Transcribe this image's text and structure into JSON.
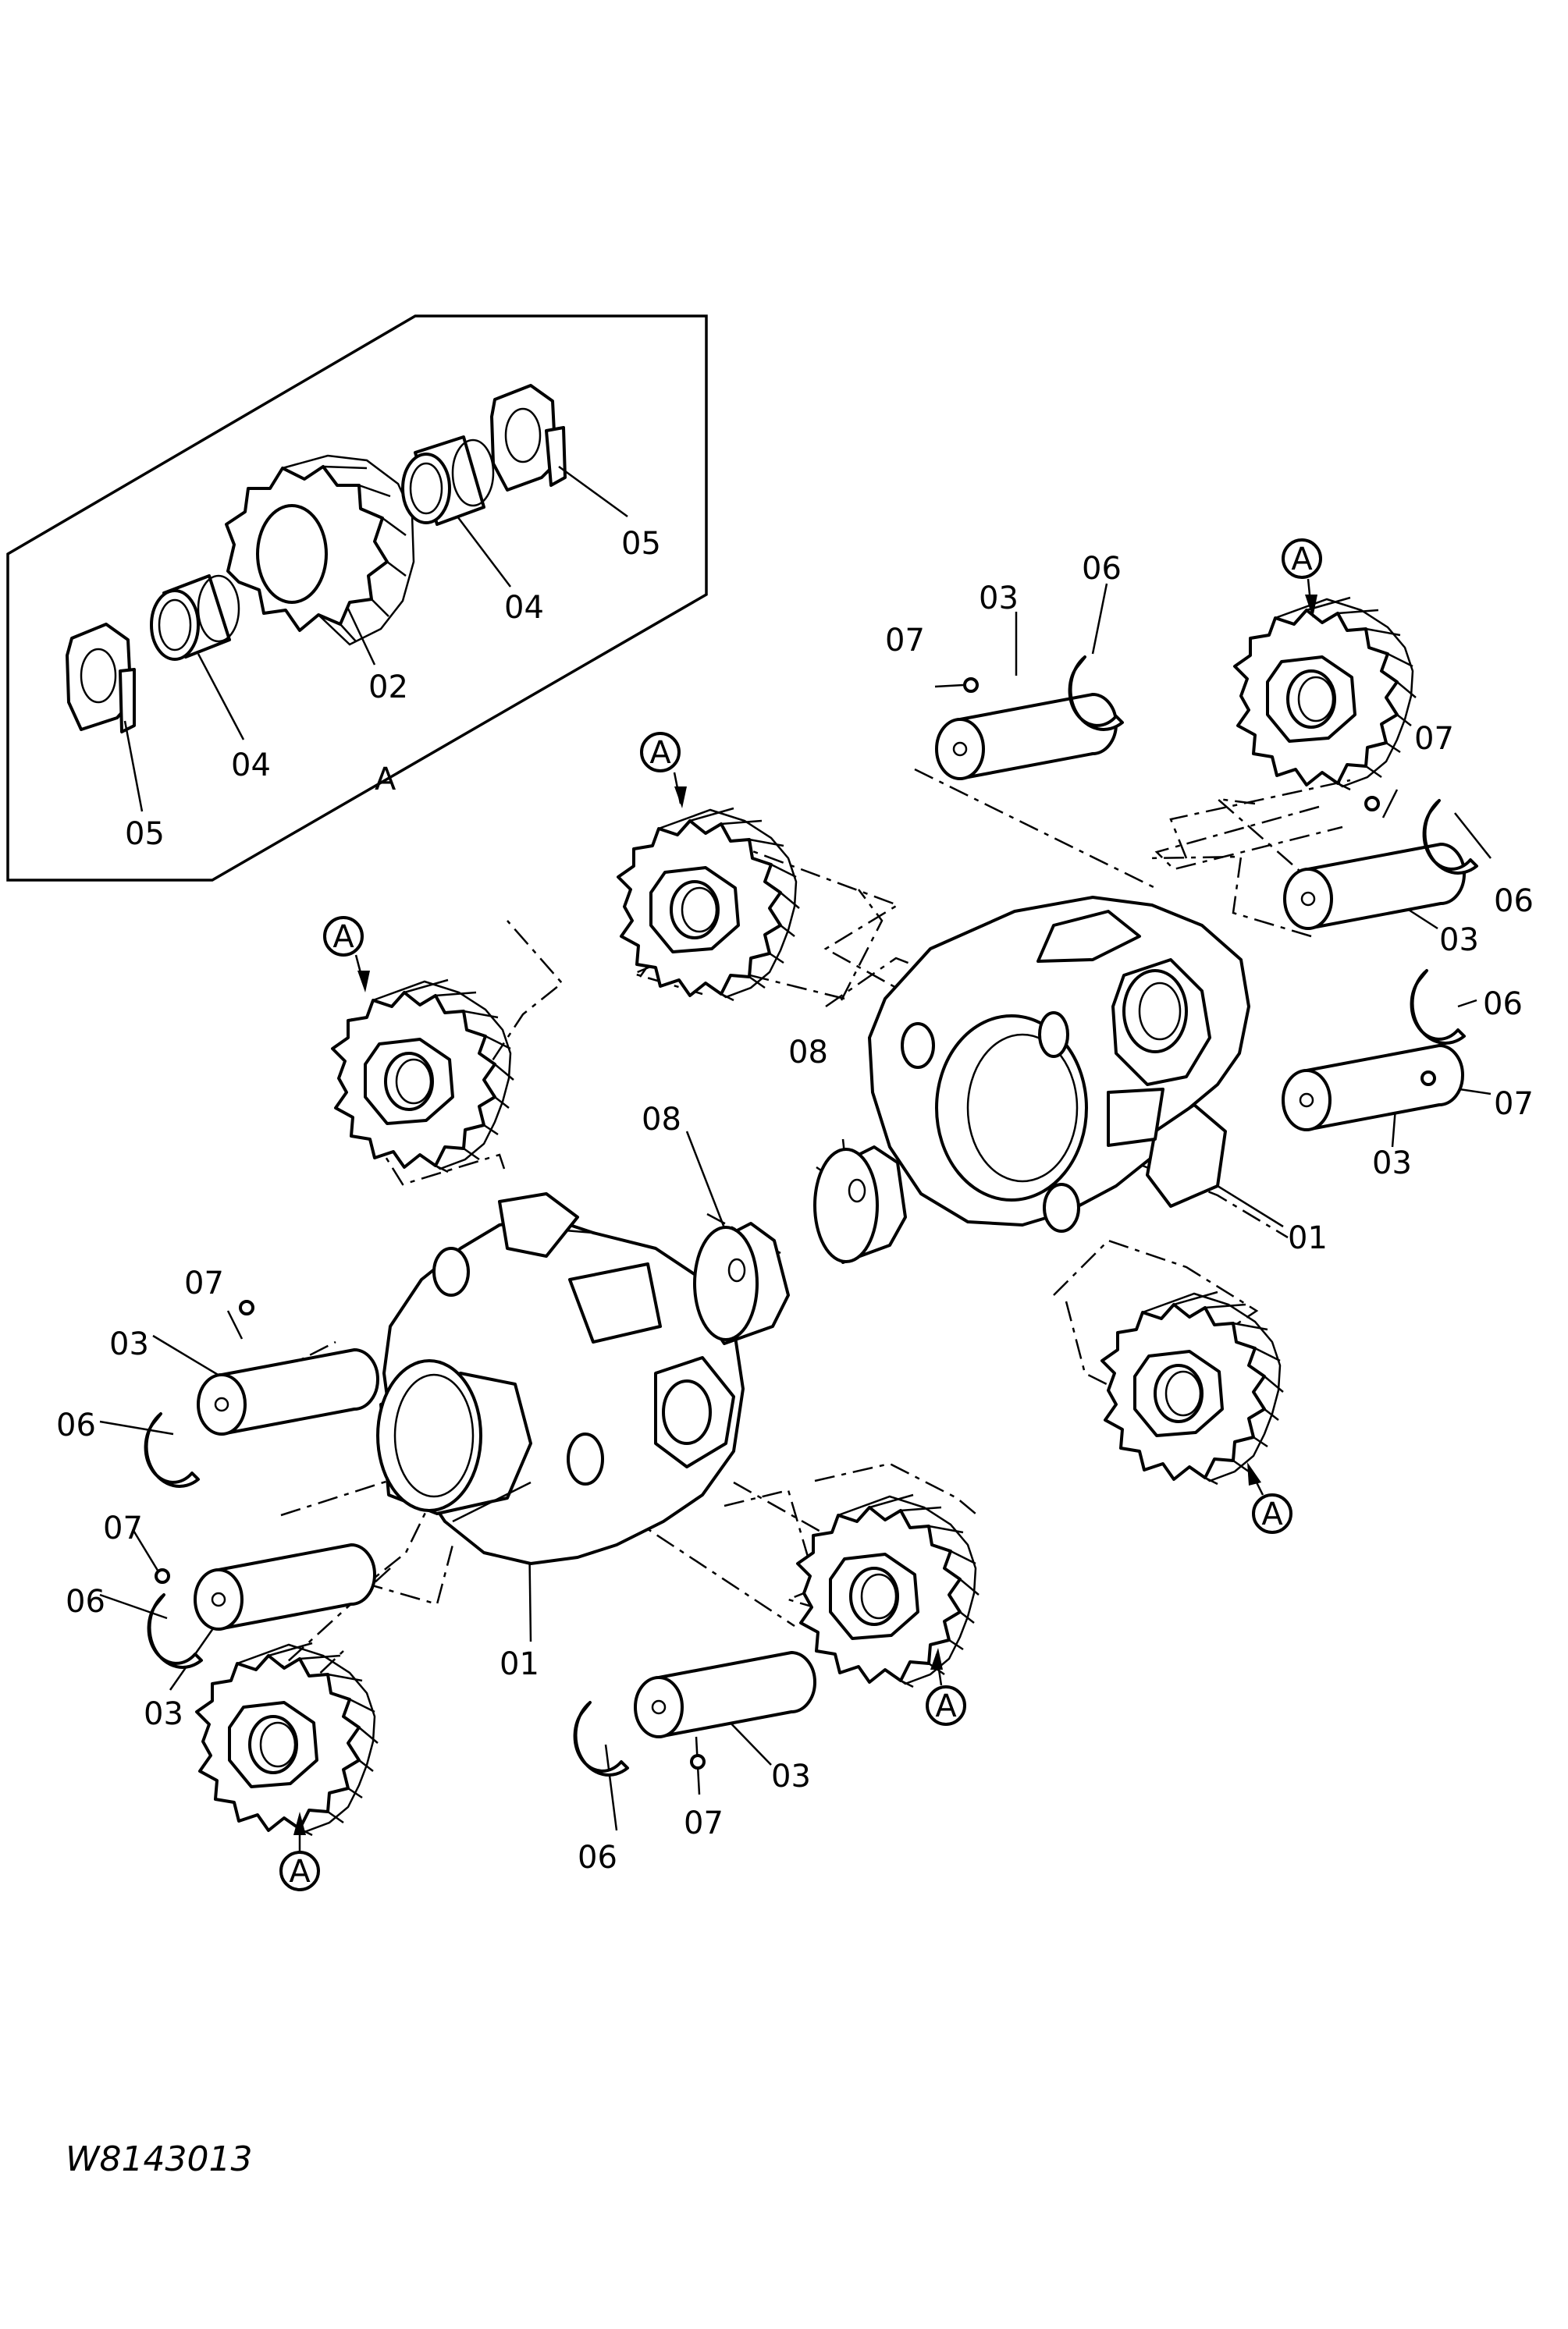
{
  "diagram": {
    "drawing_code": "W8143013",
    "detail": {
      "label": "A"
    },
    "callouts": [
      {
        "id": "c1",
        "text": "05"
      },
      {
        "id": "c2",
        "text": "04"
      },
      {
        "id": "c3",
        "text": "02"
      },
      {
        "id": "c4",
        "text": "04"
      },
      {
        "id": "c5",
        "text": "05"
      },
      {
        "id": "c6",
        "text": "A"
      },
      {
        "id": "c7",
        "text": "07"
      },
      {
        "id": "c8",
        "text": "03"
      },
      {
        "id": "c9",
        "text": "06"
      },
      {
        "id": "c10",
        "text": "07"
      },
      {
        "id": "c11",
        "text": "06"
      },
      {
        "id": "c12",
        "text": "03"
      },
      {
        "id": "c13",
        "text": "06"
      },
      {
        "id": "c14",
        "text": "07"
      },
      {
        "id": "c15",
        "text": "03"
      },
      {
        "id": "c16",
        "text": "08"
      },
      {
        "id": "c17",
        "text": "08"
      },
      {
        "id": "c18",
        "text": "01"
      },
      {
        "id": "c19",
        "text": "07"
      },
      {
        "id": "c20",
        "text": "03"
      },
      {
        "id": "c21",
        "text": "06"
      },
      {
        "id": "c22",
        "text": "07"
      },
      {
        "id": "c23",
        "text": "06"
      },
      {
        "id": "c24",
        "text": "03"
      },
      {
        "id": "c25",
        "text": "01"
      },
      {
        "id": "c26",
        "text": "03"
      },
      {
        "id": "c27",
        "text": "07"
      },
      {
        "id": "c28",
        "text": "06"
      }
    ],
    "gear_markers": [
      {
        "id": "m1",
        "text": "A"
      },
      {
        "id": "m2",
        "text": "A"
      },
      {
        "id": "m3",
        "text": "A"
      },
      {
        "id": "m4",
        "text": "A"
      },
      {
        "id": "m5",
        "text": "A"
      },
      {
        "id": "m6",
        "text": "A"
      }
    ]
  }
}
